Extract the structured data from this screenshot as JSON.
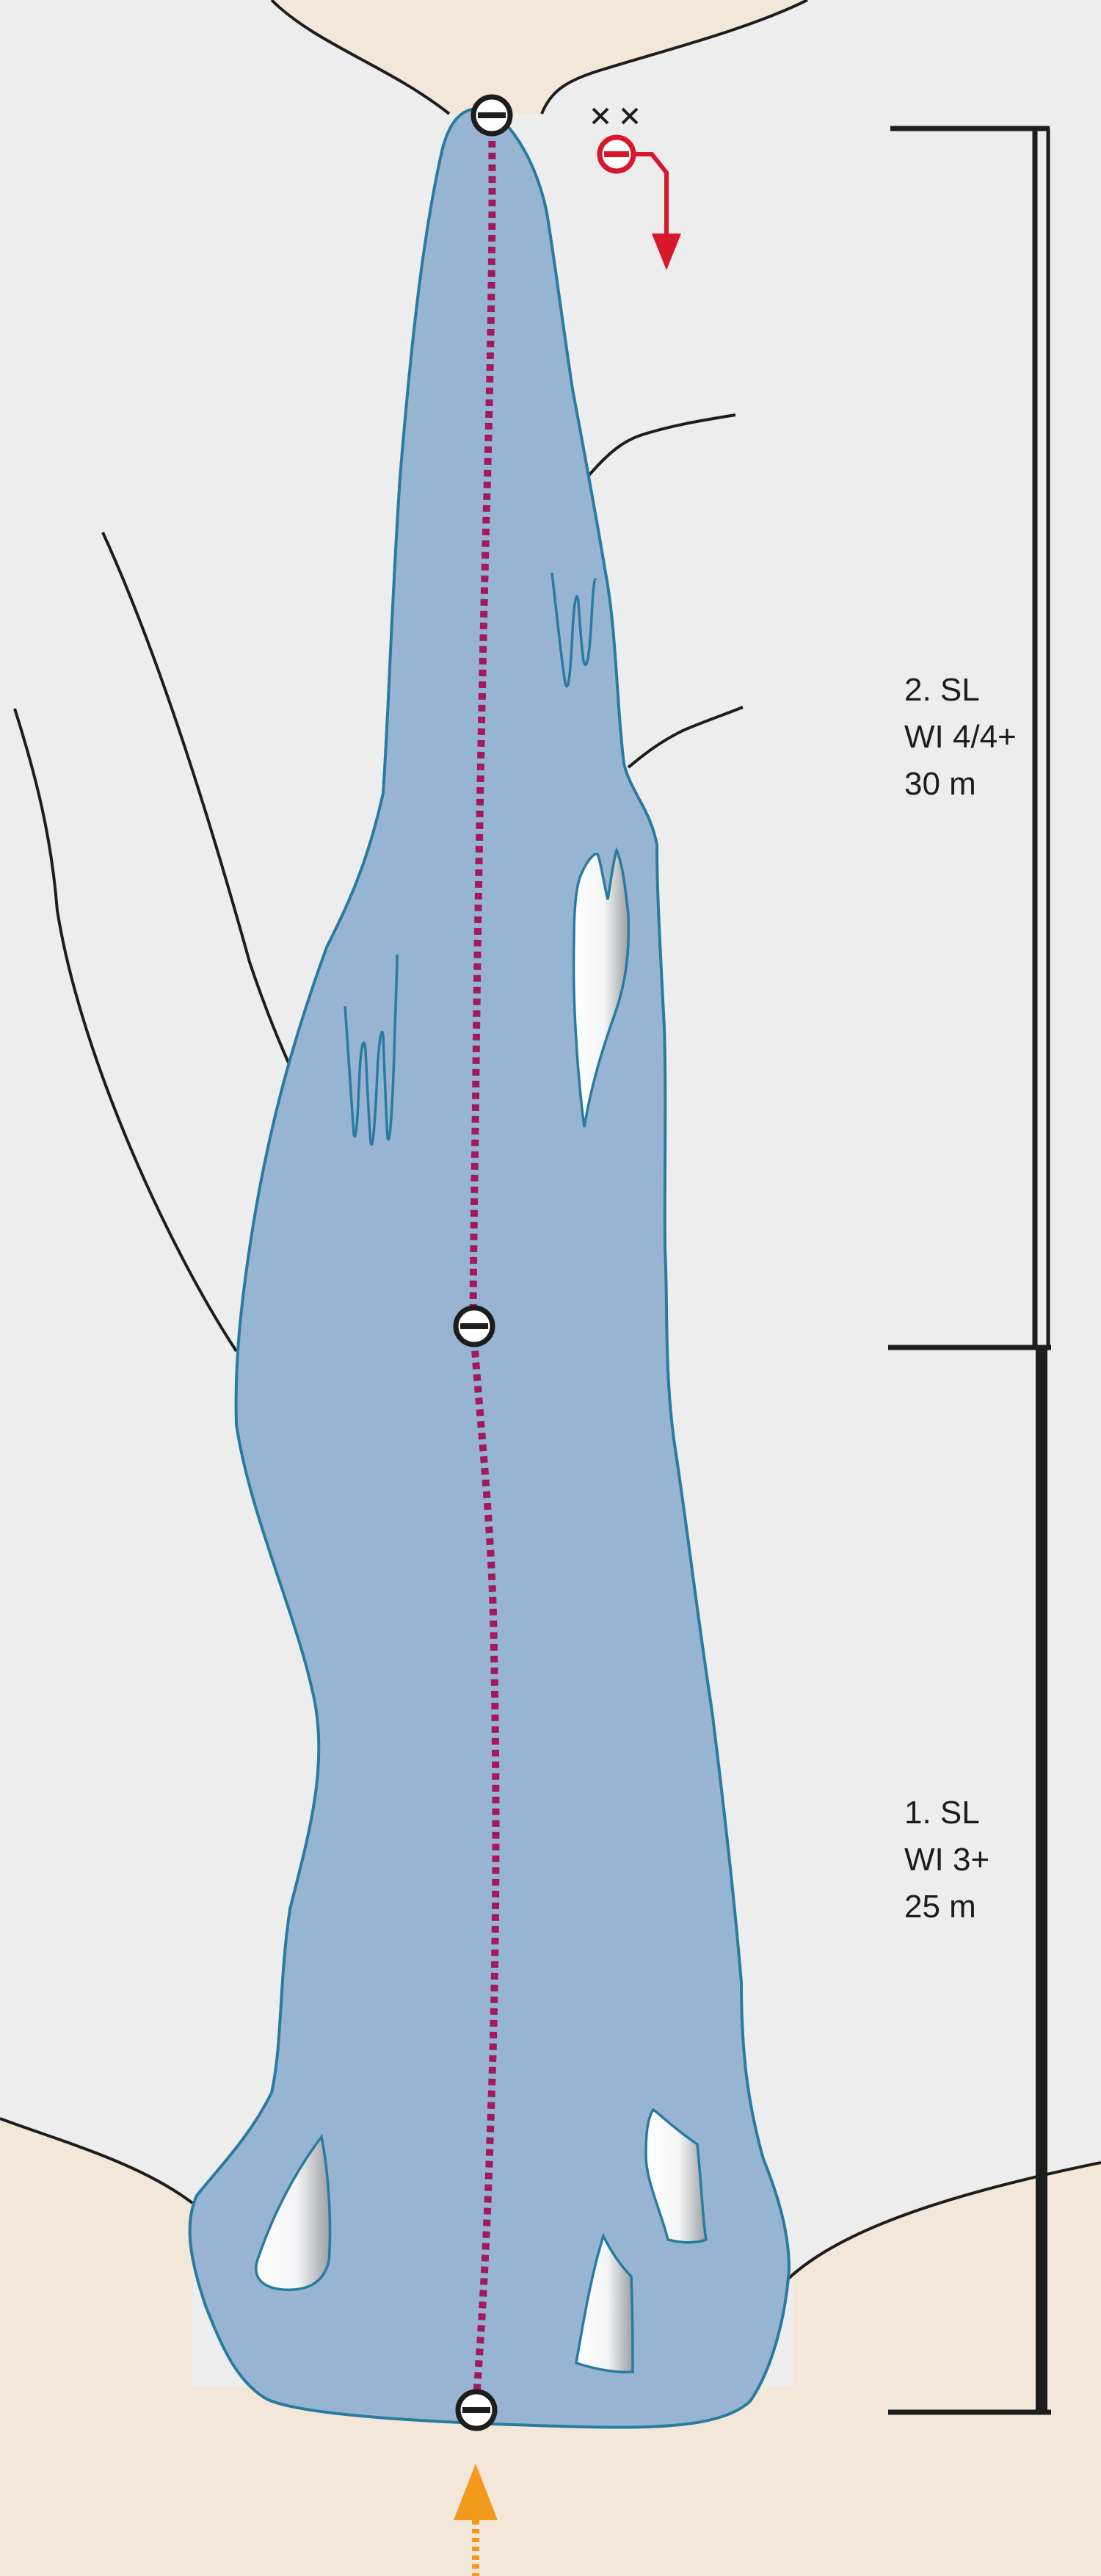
{
  "pitches": [
    {
      "name": "2. SL",
      "grade": "WI 4/4+",
      "length": "30 m"
    },
    {
      "name": "1. SL",
      "grade": "WI 3+",
      "length": "25 m"
    }
  ],
  "colors": {
    "background": "#ededee",
    "ground": "#f3e7da",
    "ice": "#97b5d3",
    "ice_outline": "#2a7ba0",
    "route": "#a21a5d",
    "descent": "#d7182a",
    "approach": "#f39a1c",
    "scale_bar": "#1d1d1b"
  },
  "icons": {
    "belay": "belay-station-icon",
    "anchor": "bolt-anchor-icon",
    "descent": "abseil-descent-arrow-icon",
    "approach": "approach-arrow-icon"
  }
}
